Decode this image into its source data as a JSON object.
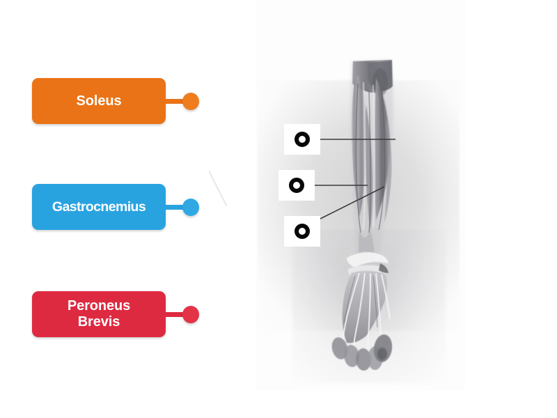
{
  "activity": {
    "type": "labelled-diagram",
    "background_color": "#ffffff"
  },
  "labels": [
    {
      "id": "label-soleus",
      "text": "Soleus",
      "color": "#ea7317",
      "dot_color": "#f07d1d",
      "name": "draggable-label-soleus"
    },
    {
      "id": "label-gastrocnemius",
      "text": "Gastrocnemius",
      "color": "#29a3e0",
      "dot_color": "#2fa8e4",
      "name": "draggable-label-gastrocnemius"
    },
    {
      "id": "label-peroneus-brevis",
      "text": "Peroneus\nBrevis",
      "line1": "Peroneus",
      "line2": "Brevis",
      "color": "#dd2a41",
      "dot_color": "#e23347",
      "name": "draggable-label-peroneus-brevis"
    }
  ],
  "drop_targets": [
    {
      "id": "drop-1",
      "marker": "ring-marker",
      "marker_color": "#080808",
      "box_color": "#ffffff"
    },
    {
      "id": "drop-2",
      "marker": "ring-marker",
      "marker_color": "#080808",
      "box_color": "#ffffff"
    },
    {
      "id": "drop-3",
      "marker": "ring-marker",
      "marker_color": "#080808",
      "box_color": "#ffffff"
    }
  ],
  "diagram": {
    "name": "anatomical-leg-muscles-drawing",
    "description": "Pencil drawing of lower leg and foot showing calf muscles and tendons",
    "medium": "graphite pencil sketch"
  }
}
